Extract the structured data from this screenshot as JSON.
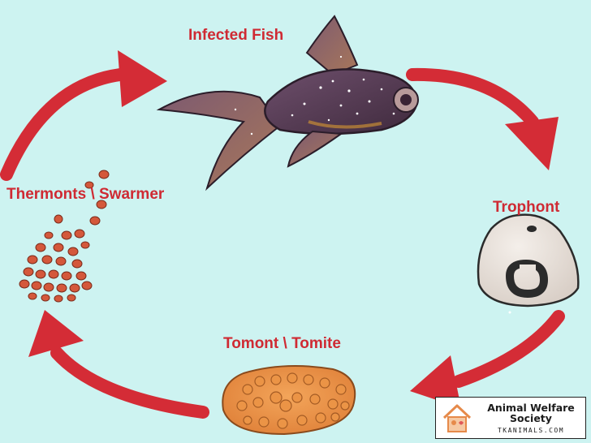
{
  "stages": {
    "infected_fish": "Infected Fish",
    "trophont": "Trophont",
    "tomont": "Tomont \\ Tomite",
    "thermonts": "Thermonts \\ Swarmer"
  },
  "watermark": {
    "name": "Animal Welfare Society",
    "url": "TKANIMALS.COM"
  },
  "colors": {
    "background": "#cdf3f1",
    "arrow": "#d42c36",
    "label": "#cf2a33",
    "fish_body": "#5a3c57",
    "cell": "#e9e2dc",
    "cyst": "#e9954a",
    "swarmer": "#d4583b"
  },
  "cycle_order": [
    "infected_fish",
    "trophont",
    "tomont",
    "thermonts"
  ]
}
